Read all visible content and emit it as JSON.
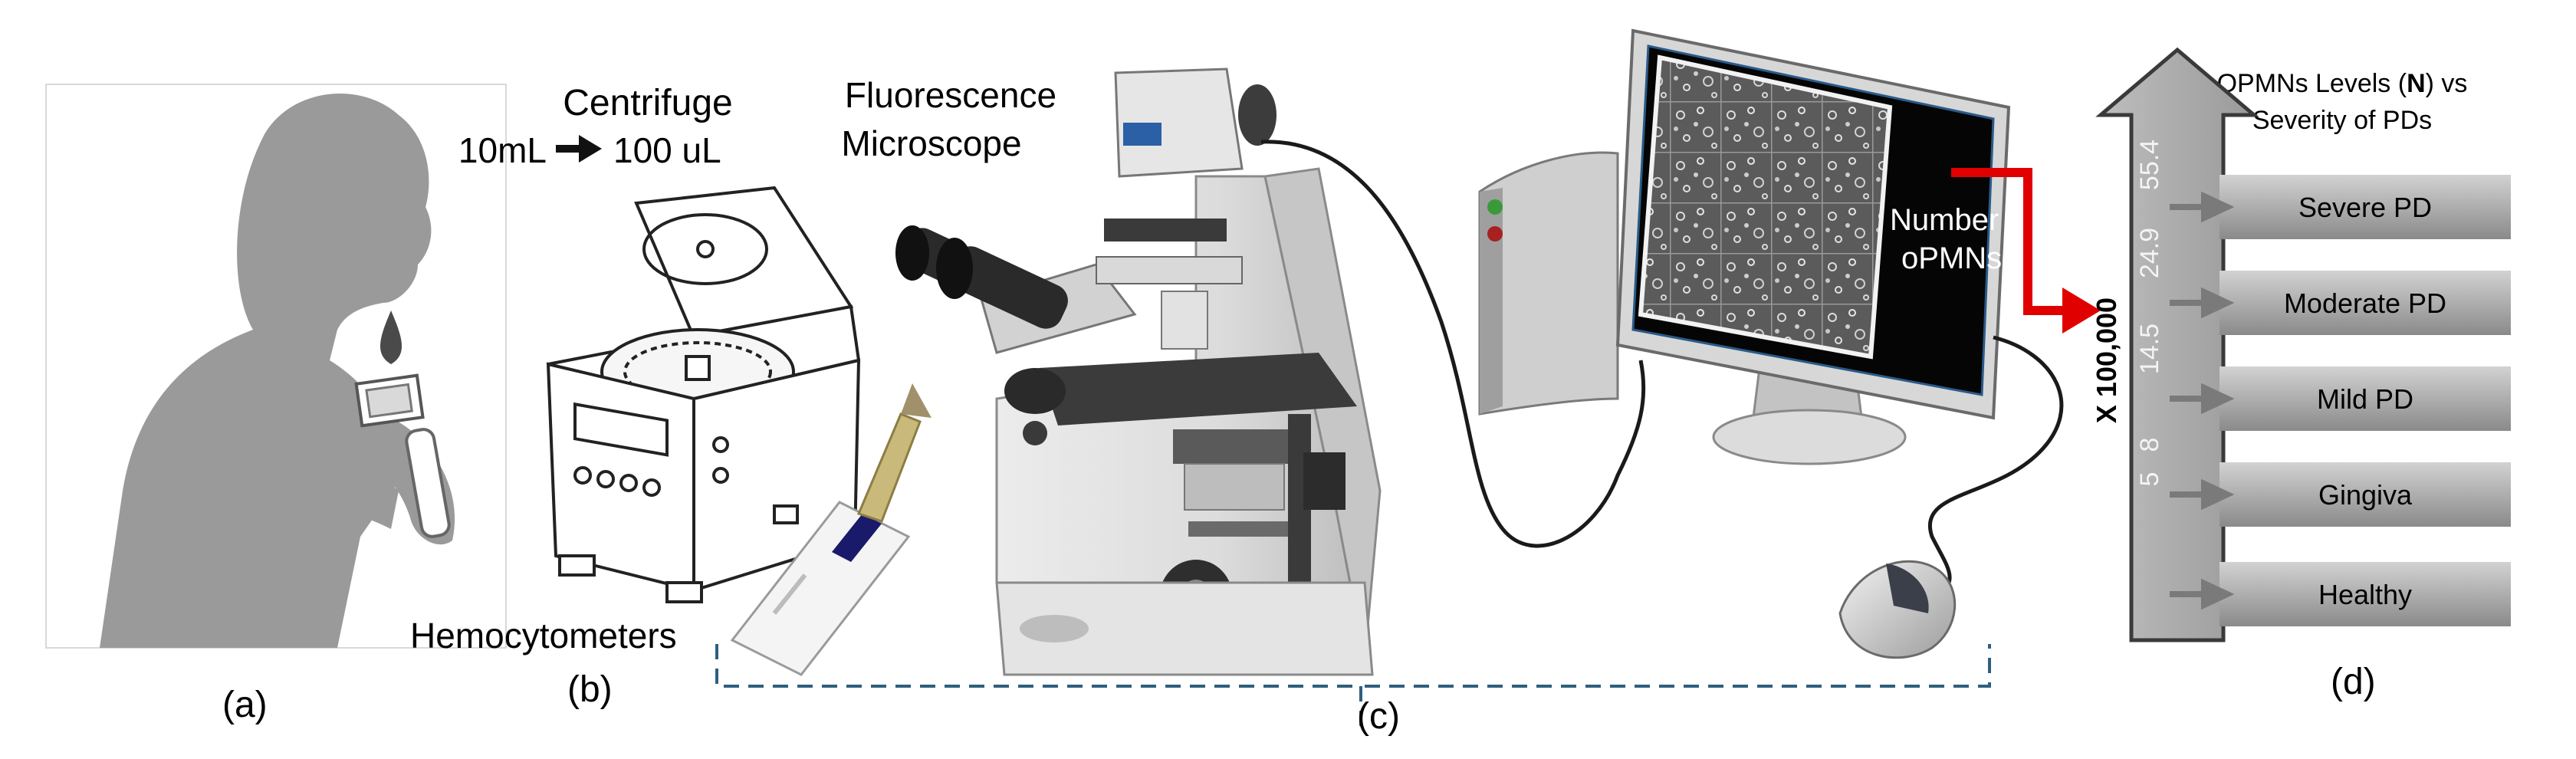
{
  "panel_labels": {
    "a": "(a)",
    "b": "(b)",
    "c": "(c)",
    "d": "(d)"
  },
  "centrifuge": {
    "title": "Centrifuge",
    "volume_from": "10mL",
    "volume_to": "100 uL"
  },
  "microscope": {
    "title_line1": "Fluorescence",
    "title_line2": "Microscope"
  },
  "hemocytometers_label": "Hemocytometers",
  "monitor": {
    "label_line1": "Number",
    "label_line2": "oPMNs"
  },
  "scale": {
    "title_prefix": "OPMNs Levels (",
    "title_bold": "N",
    "title_suffix": ") vs",
    "title_line2": "Severity of PDs",
    "axis_multiplier": "X 100,000",
    "ticks": [
      "55.4",
      "24.9",
      "14.5",
      "8",
      "5"
    ],
    "categories": [
      "Severe PD",
      "Moderate PD",
      "Mild PD",
      "Gingiva",
      "Healthy"
    ]
  },
  "colors": {
    "silhouette": "#9a9a9a",
    "drop": "#4a4a4a",
    "dashed_bracket": "#2f5f7f",
    "red_arrow": "#e00000",
    "scale_arrow_fill": "#a6a6a6",
    "scale_arrow_stroke": "#3a3a3a",
    "category_box_top": "#c9c9c9",
    "category_box_bottom": "#8e8e8e"
  }
}
